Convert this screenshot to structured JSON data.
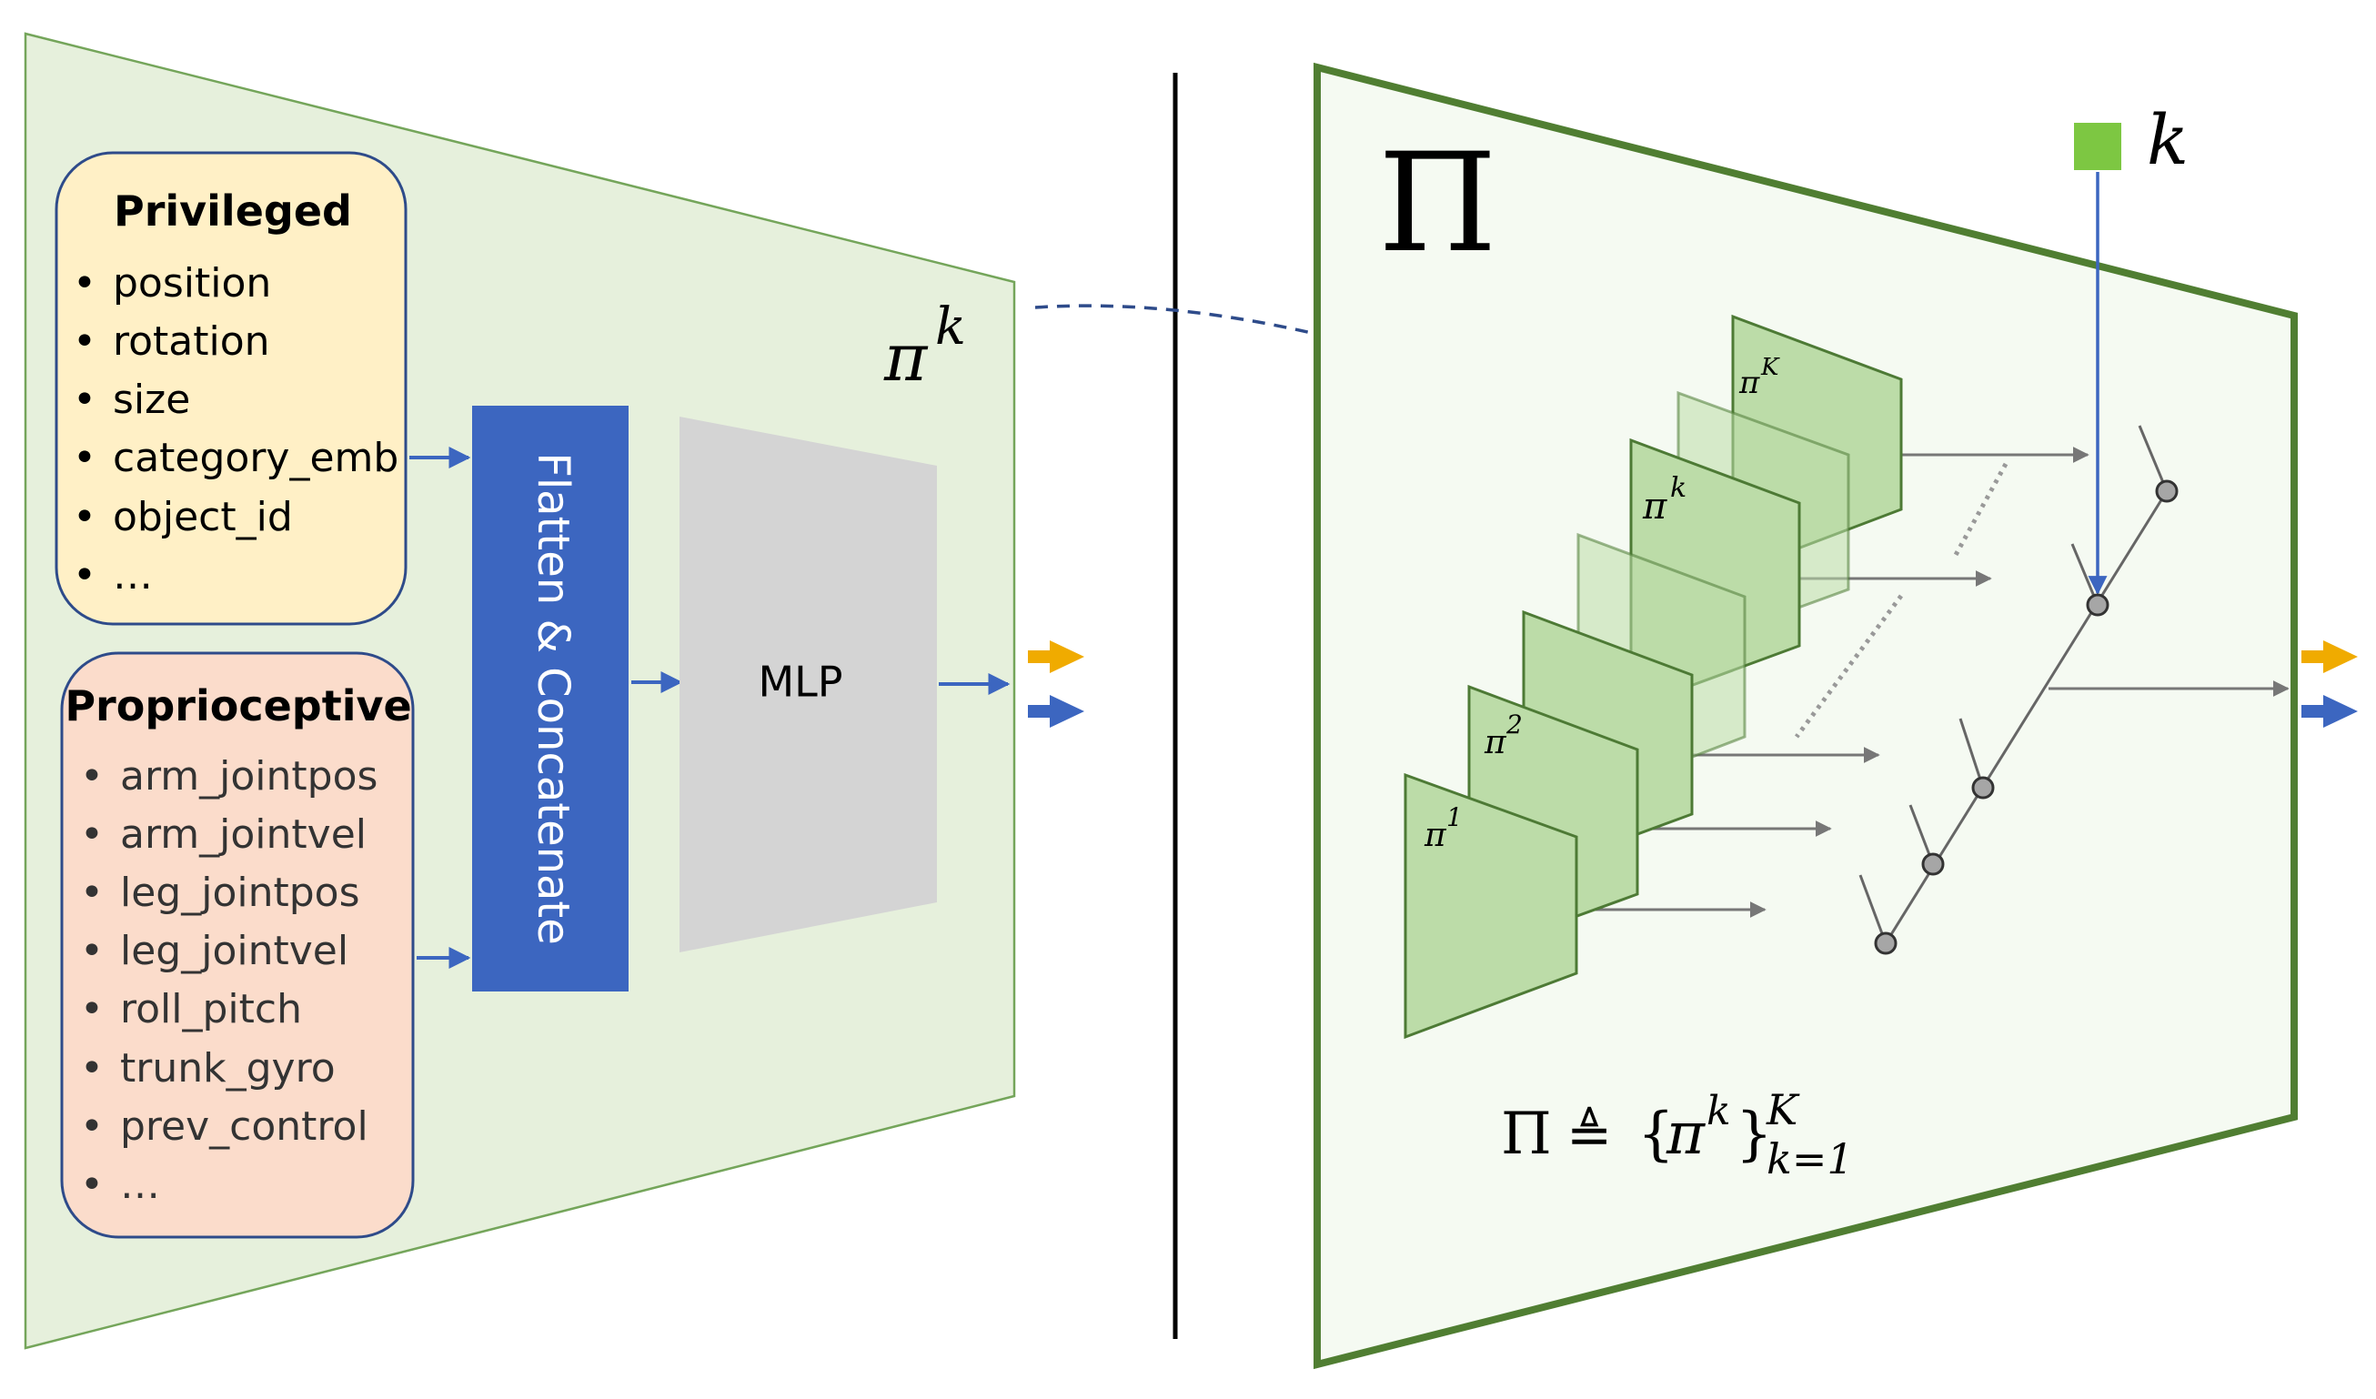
{
  "left_panel": {
    "policy_label": "π",
    "policy_sup": "k",
    "privileged": {
      "title": "Privileged",
      "items": [
        "position",
        "rotation",
        "size",
        "category_emb",
        "object_id",
        "…"
      ]
    },
    "proprioceptive": {
      "title": "Proprioceptive",
      "items": [
        "arm_jointpos",
        "arm_jointvel",
        "leg_jointpos",
        "leg_jointvel",
        "roll_pitch",
        "trunk_gyro",
        "prev_control",
        "…"
      ]
    },
    "flatten_label": "Flatten & Concatenate",
    "mlp_label": "MLP"
  },
  "right_panel": {
    "set_symbol": "Π",
    "selector_label": "k",
    "policies": {
      "pi1": {
        "base": "π",
        "sup": "1"
      },
      "pi2": {
        "base": "π",
        "sup": "2"
      },
      "pik": {
        "base": "π",
        "sup": "k"
      },
      "piK": {
        "base": "π",
        "sup": "K"
      }
    },
    "formula": {
      "lhs": "Π",
      "def": "≜",
      "open": "{",
      "base": "π",
      "sup_k": "k",
      "close": "}",
      "upper": "K",
      "lower": "k=1"
    }
  },
  "colors": {
    "left_bg": "#e6f0dc",
    "left_border": "#74a55a",
    "right_bg": "#f5faf2",
    "right_border": "#507e32",
    "privileged_bg": "#fff0c6",
    "proprio_bg": "#fbdccb",
    "box_border": "#2e4b8a",
    "flatten_bg": "#3c66c0",
    "mlp_bg": "#d4d4d4",
    "policy_fill": "#bcdca8",
    "policy_stroke": "#4d7a35",
    "arrow_blue": "#3c66c0",
    "arrow_orange": "#f0ab00",
    "arrow_gray": "#777777",
    "selector_green": "#7dc742"
  }
}
